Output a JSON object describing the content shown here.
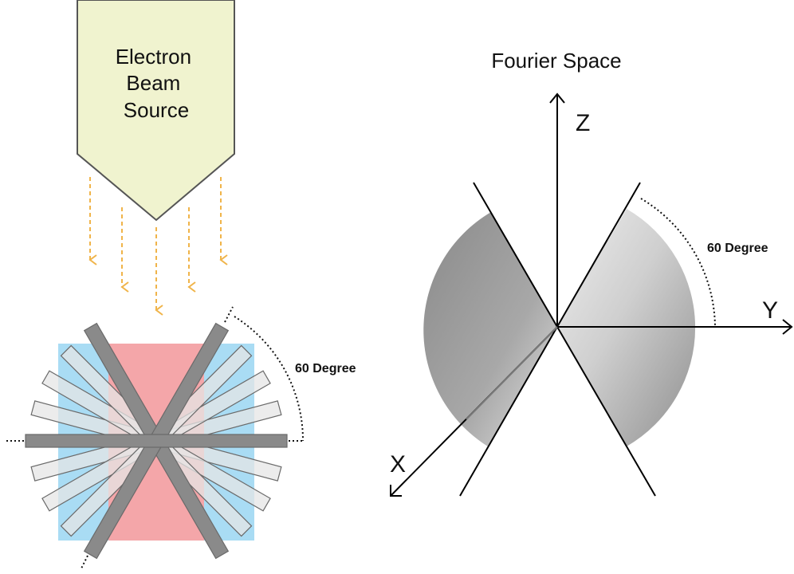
{
  "left_panel": {
    "source_label_lines": [
      "Electron",
      "Beam",
      "Source"
    ],
    "angle_label": "60 Degree"
  },
  "right_panel": {
    "title": "Fourier Space",
    "axis_z": "Z",
    "axis_y": "Y",
    "axis_x": "X",
    "angle_label": "60 Degree"
  },
  "colors": {
    "source_fill": "#f0f3cf",
    "beam_arrow": "#f0b44a",
    "sample_red": "#f4a6a9",
    "sample_blue": "#a9dcf4",
    "bar_dark": "#8a8a8a",
    "bar_light": "#e2e2e2"
  }
}
